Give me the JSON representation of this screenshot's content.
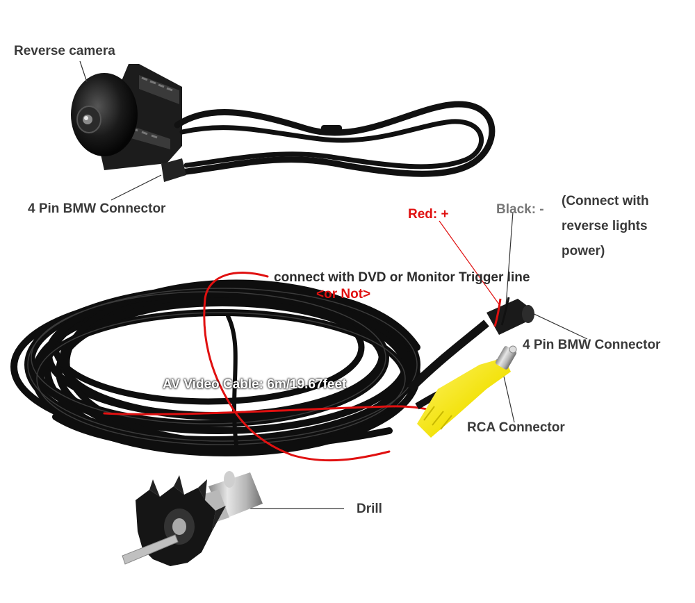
{
  "labels": {
    "reverse_camera": "Reverse camera",
    "connector_top": "4 Pin BMW Connector",
    "red_wire": "Red: +",
    "black_wire": "Black: -",
    "reverse_note_line1": "(Connect with",
    "reverse_note_line2": "reverse lights",
    "reverse_note_line3": "power)",
    "trigger_line": "connect with DVD or Monitor Trigger line",
    "or_not": "<or Not>",
    "connector_right": "4 Pin BMW Connector",
    "cable_length": "AV Video Cable: 6m/19.67feet",
    "rca": "RCA Connector",
    "drill": "Drill"
  },
  "colors": {
    "cable": "#111111",
    "red_wire": "#e01010",
    "rca_plug": "#f2e20a",
    "label_text": "#3a3a3a",
    "red_label": "#e01010",
    "grey_label": "#777777"
  }
}
